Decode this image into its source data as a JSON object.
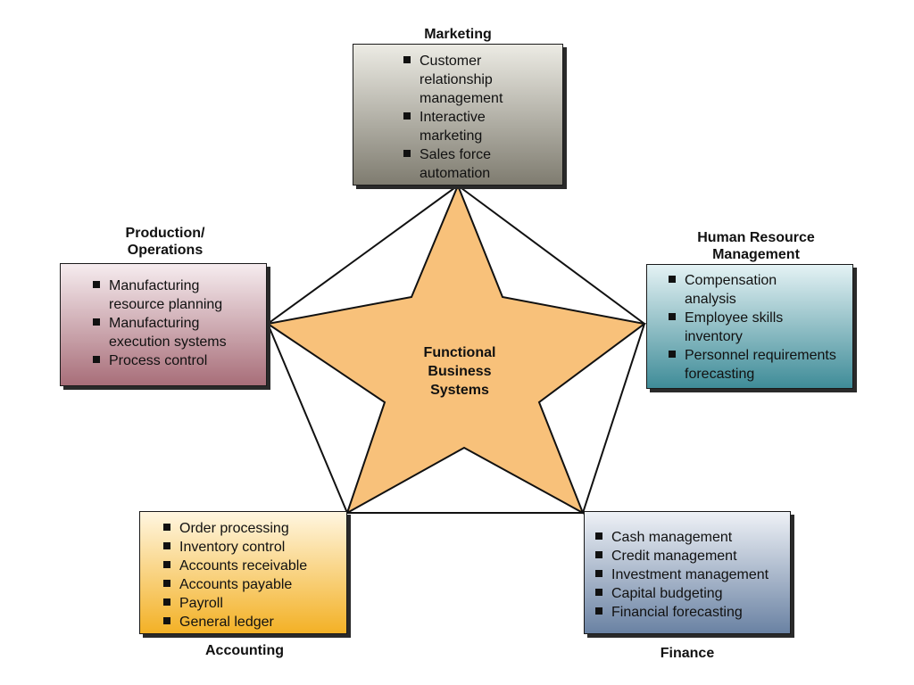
{
  "center": {
    "label": "Functional\nBusiness\nSystems"
  },
  "colors": {
    "star_fill": "#f8c17a",
    "marketing_box": "#9a978b",
    "production_box": "#c08b94",
    "hr_box": "#6aabb4",
    "accounting_box": "#f7c24f",
    "finance_box": "#8a9dba"
  },
  "marketing": {
    "title": "Marketing",
    "items": [
      "Customer\nrelationship\nmanagement",
      "Interactive\nmarketing",
      "Sales force\nautomation"
    ]
  },
  "production": {
    "title": "Production/\nOperations",
    "items": [
      "Manufacturing\nresource planning",
      "Manufacturing\nexecution systems",
      "Process control"
    ]
  },
  "hr": {
    "title": "Human Resource\nManagement",
    "items": [
      "Compensation\nanalysis",
      "Employee skills\ninventory",
      "Personnel requirements\nforecasting"
    ]
  },
  "accounting": {
    "title": "Accounting",
    "items": [
      "Order processing",
      "Inventory control",
      "Accounts receivable",
      "Accounts payable",
      "Payroll",
      "General ledger"
    ]
  },
  "finance": {
    "title": "Finance",
    "items": [
      "Cash management",
      "Credit management",
      "Investment management",
      "Capital budgeting",
      "Financial forecasting"
    ]
  }
}
